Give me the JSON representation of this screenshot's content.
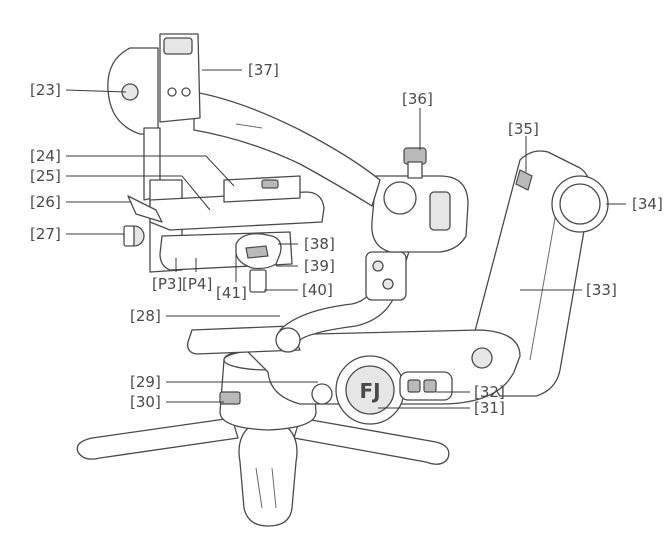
{
  "labels": {
    "l23": "[23]",
    "l24": "[24]",
    "l25": "[25]",
    "l26": "[26]",
    "l27": "[27]",
    "l28": "[28]",
    "l29": "[29]",
    "l30": "[30]",
    "l31": "[31]",
    "l32": "[32]",
    "l33": "[33]",
    "l34": "[34]",
    "l35": "[35]",
    "l36": "[36]",
    "l37": "[37]",
    "l38": "[38]",
    "l39": "[39]",
    "l40": "[40]",
    "l41": "[41]",
    "p3": "[P3]",
    "p4": "[P4]"
  },
  "logo_text": "FJ"
}
